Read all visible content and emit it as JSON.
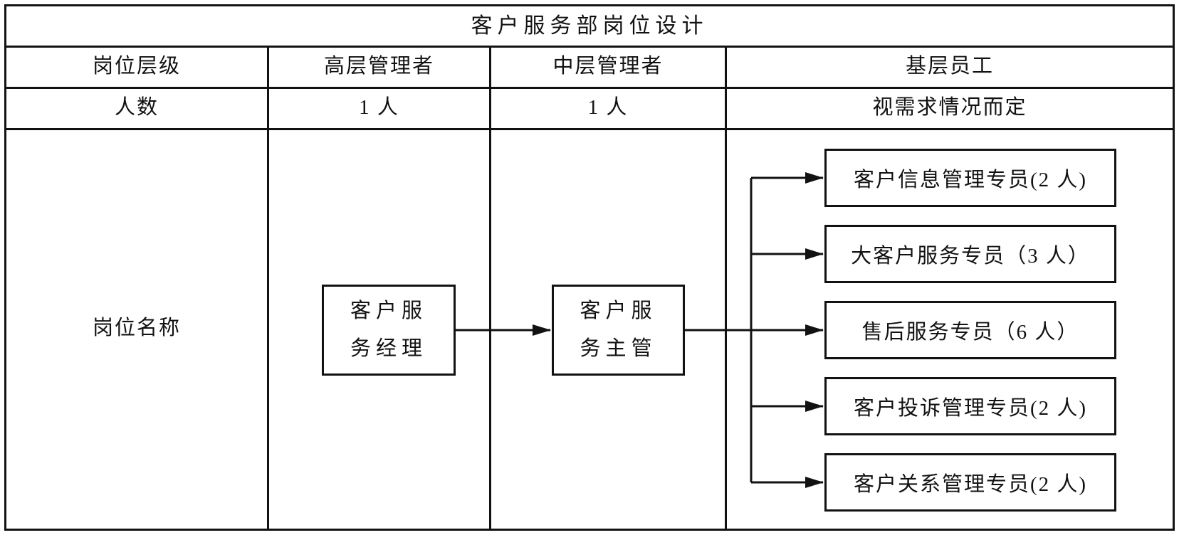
{
  "title": "客户服务部岗位设计",
  "table": {
    "level_row": {
      "label": "岗位层级",
      "senior": "高层管理者",
      "middle": "中层管理者",
      "junior": "基层员工"
    },
    "count_row": {
      "label": "人数",
      "senior": "1 人",
      "middle": "1 人",
      "junior": "视需求情况而定"
    },
    "name_row": {
      "label": "岗位名称"
    }
  },
  "diagram": {
    "manager": {
      "line1": "客户服",
      "line2": "务经理"
    },
    "supervisor": {
      "line1": "客户服",
      "line2": "务主管"
    },
    "staff": [
      "客户信息管理专员(2 人)",
      "大客户服务专员（3 人）",
      "售后服务专员（6 人）",
      "客户投诉管理专员(2 人)",
      "客户关系管理专员(2 人)"
    ]
  },
  "colors": {
    "line": "#121212",
    "background": "#ffffff"
  }
}
